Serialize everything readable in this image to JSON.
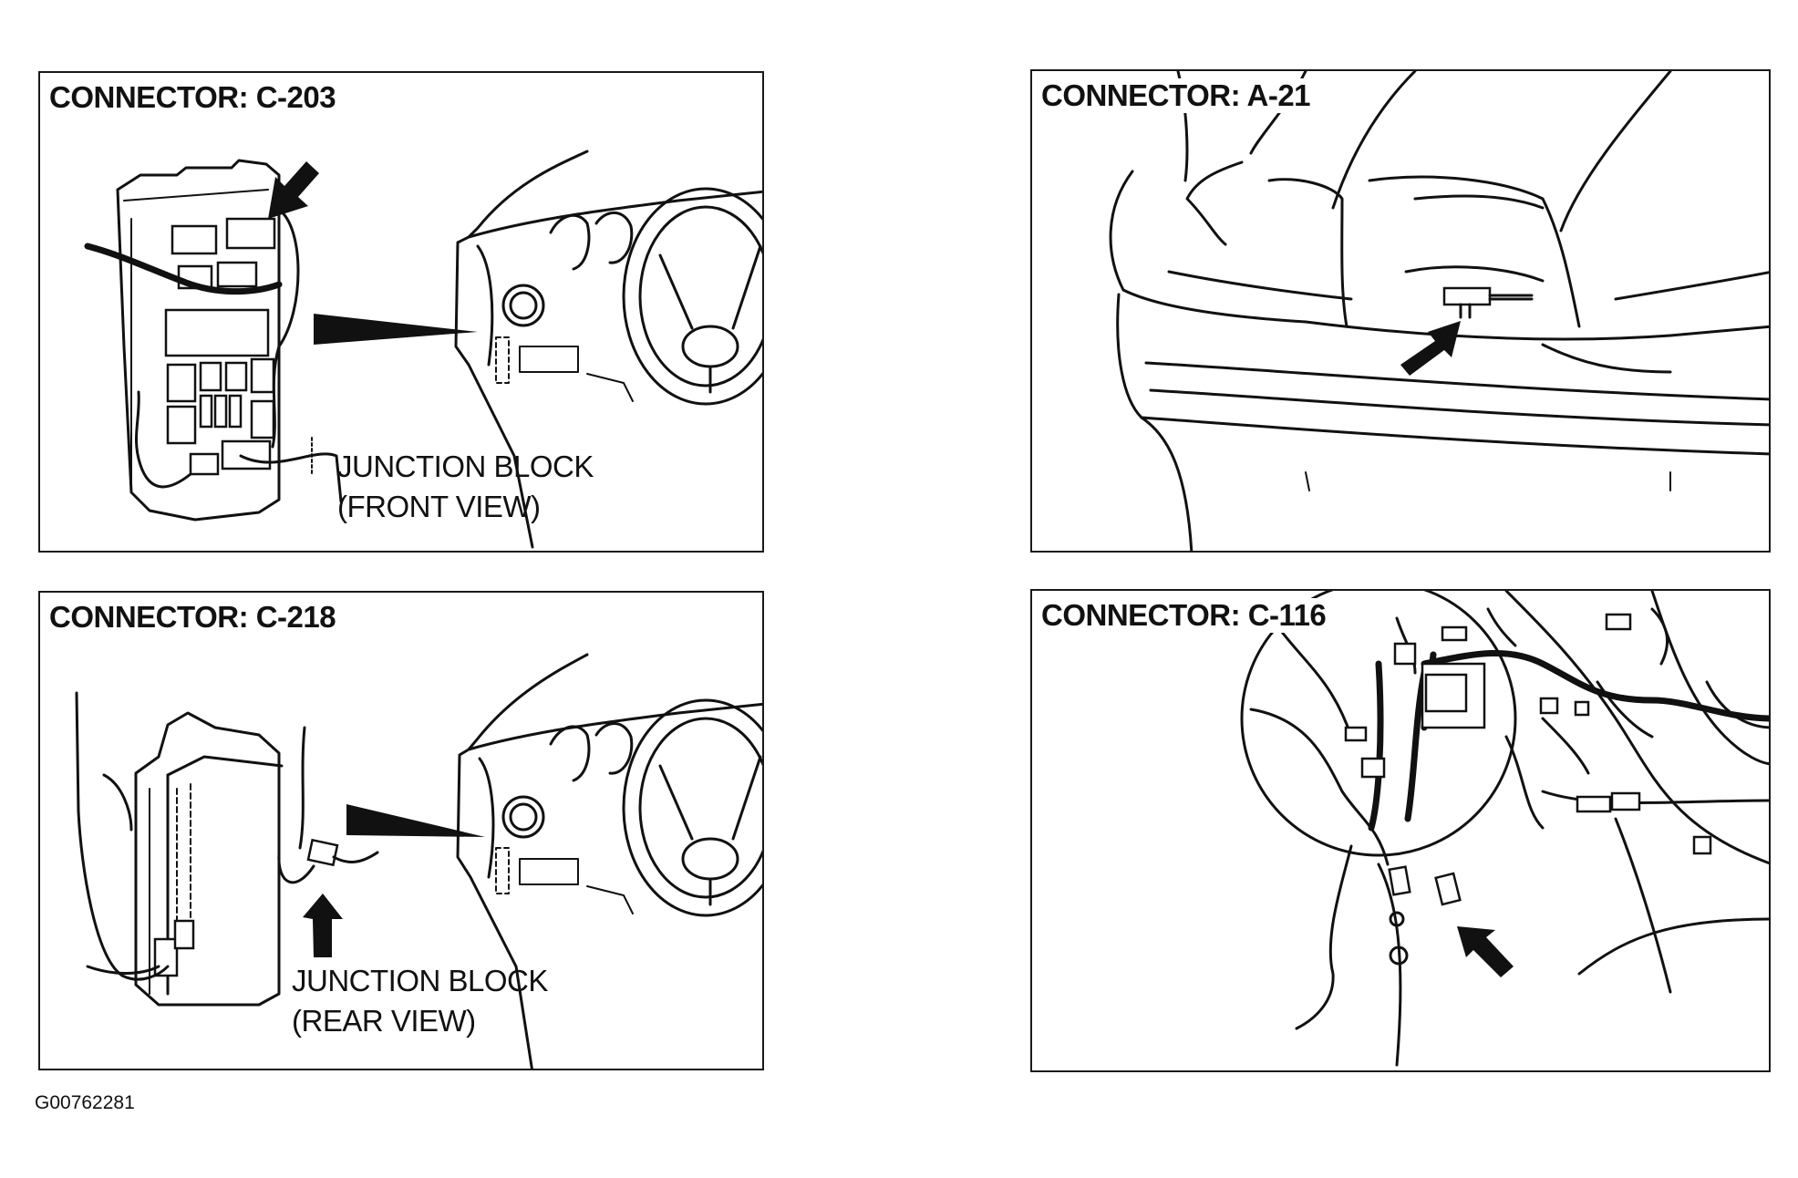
{
  "panels": [
    {
      "title": "CONNECTOR: C-203",
      "caption_line1": "JUNCTION BLOCK",
      "caption_line2": "(FRONT VIEW)"
    },
    {
      "title": "CONNECTOR: A-21"
    },
    {
      "title": "CONNECTOR: C-218",
      "caption_line1": "JUNCTION BLOCK",
      "caption_line2": "(REAR VIEW)"
    },
    {
      "title": "CONNECTOR: C-116"
    }
  ],
  "figure_id": "G00762281"
}
